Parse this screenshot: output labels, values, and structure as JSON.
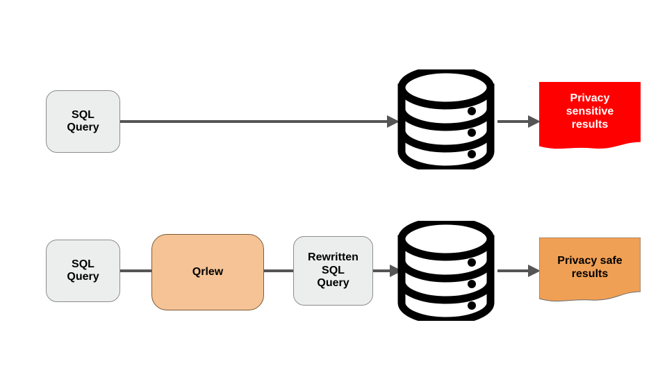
{
  "diagram": {
    "title": "Qrlew SQL query rewriting flow",
    "background": "#ffffff",
    "colors": {
      "box_fill": "#eceded",
      "box_stroke": "#8c8c8c",
      "accent_fill": "#f5c396",
      "accent_stroke": "#7a5a33",
      "danger_fill": "#ff0000",
      "safe_fill": "#f0a055",
      "arrow": "#555555",
      "database": "#000000",
      "text": "#000000",
      "text_on_danger": "#ffffff"
    },
    "rows": [
      {
        "id": "without-qrlew",
        "nodes": [
          {
            "id": "sql-query-top",
            "type": "rounded-box",
            "label_lines": [
              "SQL",
              "Query"
            ]
          },
          {
            "id": "database-top",
            "type": "database",
            "label": "database"
          },
          {
            "id": "privacy-sensitive-results",
            "type": "banner",
            "label_lines": [
              "Privacy",
              "sensitive",
              "results"
            ],
            "fill": "#ff0000"
          }
        ],
        "connectors": [
          {
            "id": "top-query-to-db",
            "from": "sql-query-top",
            "to": "database-top",
            "arrowhead": true
          },
          {
            "id": "top-db-to-results",
            "from": "database-top",
            "to": "privacy-sensitive-results",
            "arrowhead": true
          }
        ]
      },
      {
        "id": "with-qrlew",
        "nodes": [
          {
            "id": "sql-query-bottom",
            "type": "rounded-box",
            "label_lines": [
              "SQL",
              "Query"
            ]
          },
          {
            "id": "qrlew",
            "type": "rounded-box-accent",
            "label_lines": [
              "Qrlew"
            ]
          },
          {
            "id": "rewritten-sql-query",
            "type": "rounded-box",
            "label_lines": [
              "Rewritten",
              "SQL",
              "Query"
            ]
          },
          {
            "id": "database-bottom",
            "type": "database",
            "label": "database"
          },
          {
            "id": "privacy-safe-results",
            "type": "banner",
            "label_lines": [
              "Privacy safe",
              "results"
            ],
            "fill": "#f0a055"
          }
        ],
        "connectors": [
          {
            "id": "bottom-query-to-qrlew",
            "from": "sql-query-bottom",
            "to": "qrlew",
            "arrowhead": false
          },
          {
            "id": "bottom-qrlew-to-rewritten",
            "from": "qrlew",
            "to": "rewritten-sql-query",
            "arrowhead": false
          },
          {
            "id": "bottom-rewritten-to-db",
            "from": "rewritten-sql-query",
            "to": "database-bottom",
            "arrowhead": true
          },
          {
            "id": "bottom-db-to-results",
            "from": "database-bottom",
            "to": "privacy-safe-results",
            "arrowhead": true
          }
        ]
      }
    ]
  },
  "labels": {
    "sql_query_line1": "SQL",
    "sql_query_line2": "Query",
    "qrlew": "Qrlew",
    "rewritten_line1": "Rewritten",
    "rewritten_line2": "SQL",
    "rewritten_line3": "Query",
    "privacy_sensitive_line1": "Privacy",
    "privacy_sensitive_line2": "sensitive",
    "privacy_sensitive_line3": "results",
    "privacy_safe_line1": "Privacy safe",
    "privacy_safe_line2": "results"
  }
}
